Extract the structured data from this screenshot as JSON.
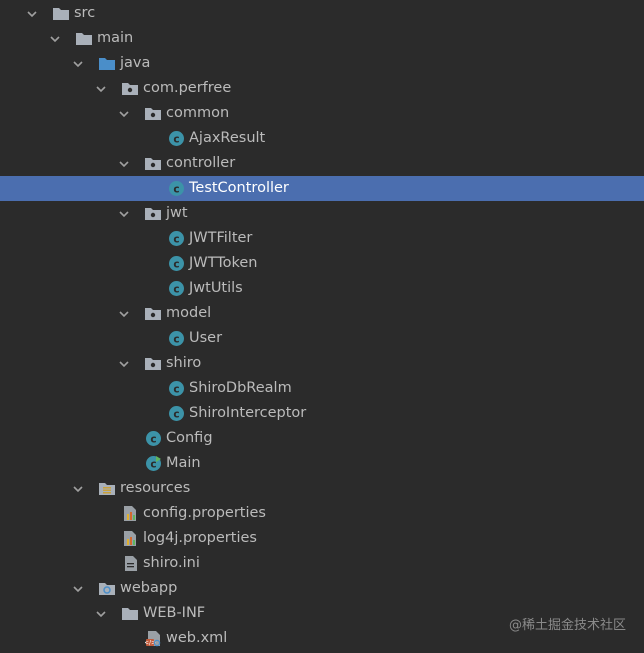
{
  "project_tree": {
    "rows": [
      {
        "label": "src",
        "depth": 0,
        "kind": "folder",
        "expanded": true
      },
      {
        "label": "main",
        "depth": 1,
        "kind": "folder",
        "expanded": true
      },
      {
        "label": "java",
        "depth": 2,
        "kind": "source-folder",
        "expanded": true
      },
      {
        "label": "com.perfree",
        "depth": 3,
        "kind": "package",
        "expanded": true
      },
      {
        "label": "common",
        "depth": 4,
        "kind": "package",
        "expanded": true
      },
      {
        "label": "AjaxResult",
        "depth": 5,
        "kind": "class"
      },
      {
        "label": "controller",
        "depth": 4,
        "kind": "package",
        "expanded": true
      },
      {
        "label": "TestController",
        "depth": 5,
        "kind": "class",
        "selected": true
      },
      {
        "label": "jwt",
        "depth": 4,
        "kind": "package",
        "expanded": true
      },
      {
        "label": "JWTFilter",
        "depth": 5,
        "kind": "class"
      },
      {
        "label": "JWTToken",
        "depth": 5,
        "kind": "class"
      },
      {
        "label": "JwtUtils",
        "depth": 5,
        "kind": "class"
      },
      {
        "label": "model",
        "depth": 4,
        "kind": "package",
        "expanded": true
      },
      {
        "label": "User",
        "depth": 5,
        "kind": "class"
      },
      {
        "label": "shiro",
        "depth": 4,
        "kind": "package",
        "expanded": true
      },
      {
        "label": "ShiroDbRealm",
        "depth": 5,
        "kind": "class"
      },
      {
        "label": "ShiroInterceptor",
        "depth": 5,
        "kind": "class"
      },
      {
        "label": "Config",
        "depth": 4,
        "kind": "class"
      },
      {
        "label": "Main",
        "depth": 4,
        "kind": "main-class"
      },
      {
        "label": "resources",
        "depth": 2,
        "kind": "resources-folder",
        "expanded": true
      },
      {
        "label": "config.properties",
        "depth": 3,
        "kind": "properties-file"
      },
      {
        "label": "log4j.properties",
        "depth": 3,
        "kind": "properties-file"
      },
      {
        "label": "shiro.ini",
        "depth": 3,
        "kind": "ini-file"
      },
      {
        "label": "webapp",
        "depth": 2,
        "kind": "web-folder",
        "expanded": true
      },
      {
        "label": "WEB-INF",
        "depth": 3,
        "kind": "folder",
        "expanded": true
      },
      {
        "label": "web.xml",
        "depth": 4,
        "kind": "xml-file"
      }
    ]
  },
  "watermark": "@稀土掘金技术社区",
  "colors": {
    "background": "#2b2b2b",
    "text": "#bbbbbb",
    "selection": "#4b6eaf",
    "folder": "#a9b0b9",
    "source_folder": "#4a8ec9",
    "class_icon": "#3c93a8",
    "main_arrow": "#5fb55f"
  },
  "icons": {
    "folder": "folder-icon",
    "source-folder": "source-folder-icon",
    "package": "package-icon",
    "class": "class-icon",
    "main-class": "main-class-icon",
    "resources-folder": "resources-folder-icon",
    "properties-file": "properties-file-icon",
    "ini-file": "ini-file-icon",
    "web-folder": "web-folder-icon",
    "xml-file": "xml-file-icon"
  }
}
